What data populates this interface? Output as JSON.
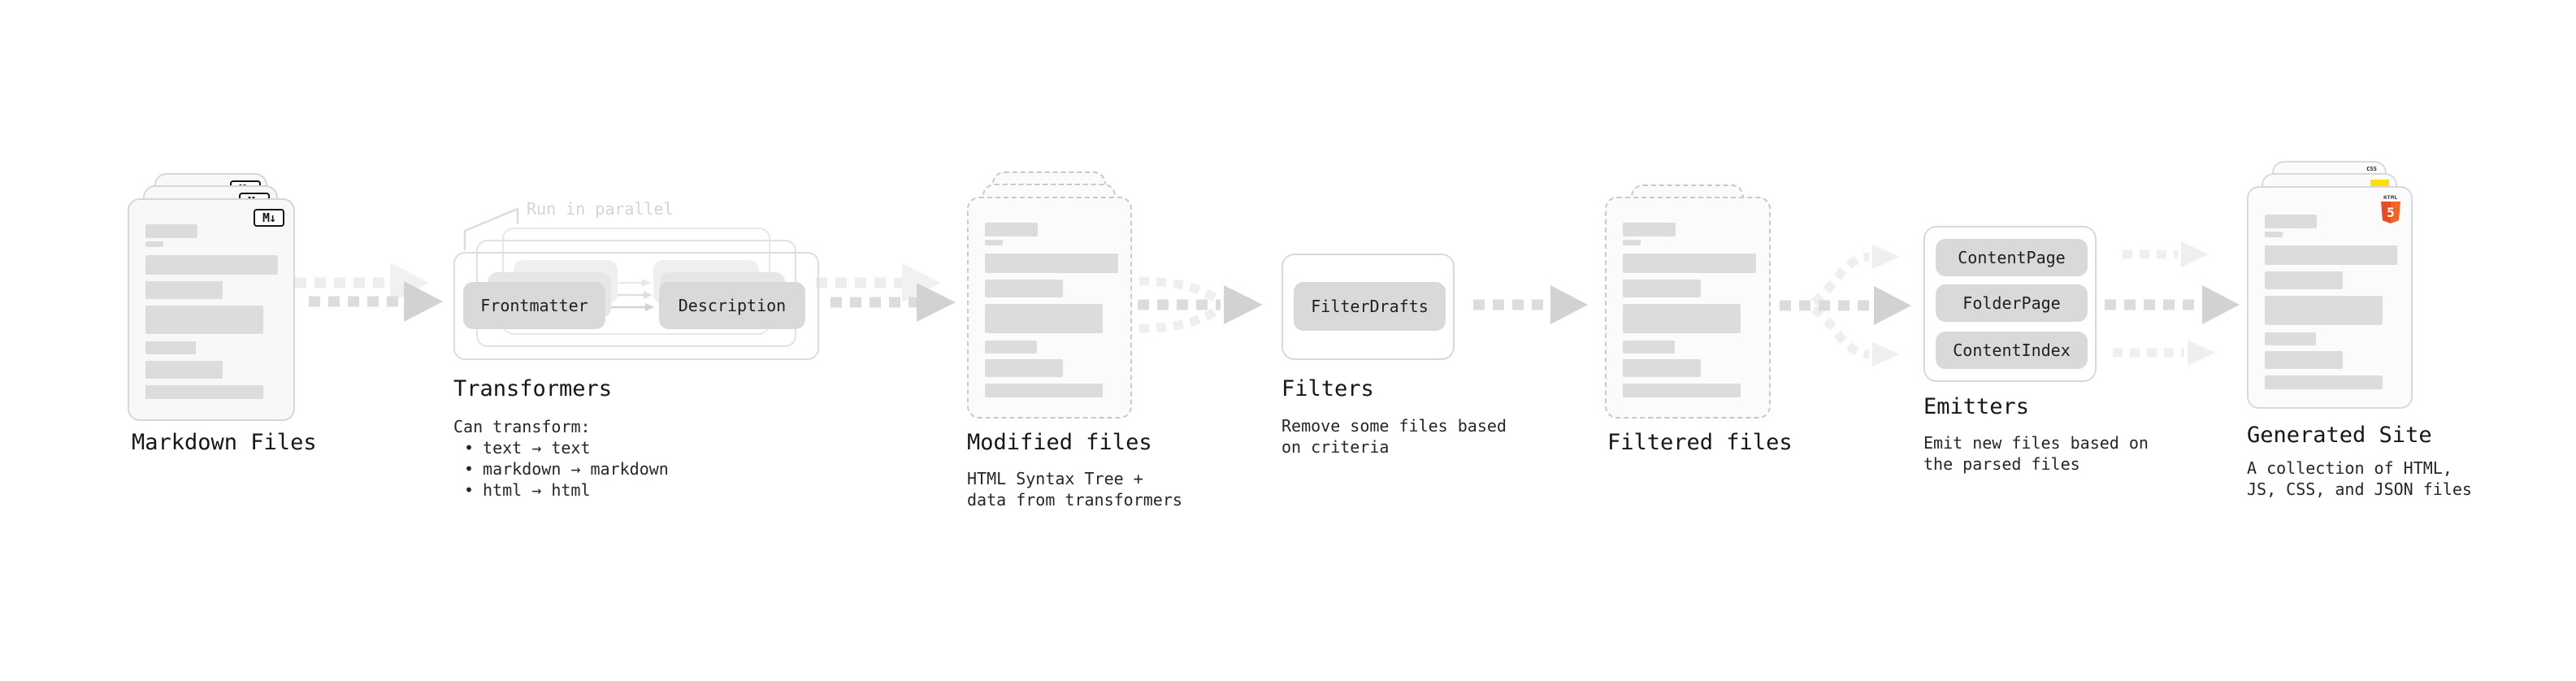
{
  "ui": {
    "bullet": "•"
  },
  "colors": {
    "arrow_main": "#dcdcdc",
    "arrow_head": "#d2d2d2",
    "arrow_light": "#efefef",
    "pill_bg": "#d9d9d9",
    "card_bg": "#f8f8f8",
    "card_border": "#d6d6d6",
    "dashed_border": "#c9c9c9",
    "doc_bar": "#dcdcdc",
    "title_text": "#161616",
    "note_text": "#d4d4d4",
    "js_yellow": "#ffe000",
    "css_blue": "#2862f0",
    "html5_orange": "#e44d26"
  },
  "stages": {
    "markdown": {
      "title": "Markdown Files",
      "badge": "M↓"
    },
    "transformers": {
      "title": "Transformers",
      "note": "Run in parallel",
      "pill_left": "Frontmatter",
      "pill_right": "Description",
      "desc_heading": "Can transform:",
      "bullets": [
        "text → text",
        "markdown → markdown",
        "html → html"
      ]
    },
    "modified": {
      "title": "Modified files",
      "subtitle": [
        "HTML Syntax Tree +",
        "data from transformers"
      ]
    },
    "filters": {
      "title": "Filters",
      "pill": "FilterDrafts",
      "subtitle": [
        "Remove some files based",
        "on criteria"
      ]
    },
    "filtered": {
      "title": "Filtered files"
    },
    "emitters": {
      "title": "Emitters",
      "pills": [
        "ContentPage",
        "FolderPage",
        "ContentIndex"
      ],
      "subtitle": [
        "Emit new files based on",
        "the parsed files"
      ]
    },
    "generated": {
      "title": "Generated Site",
      "subtitle": [
        "A collection of HTML,",
        "JS, CSS, and JSON files"
      ],
      "badge_css": "CSS",
      "badge_html_label": "HTML",
      "badge_html_number": "5"
    }
  }
}
